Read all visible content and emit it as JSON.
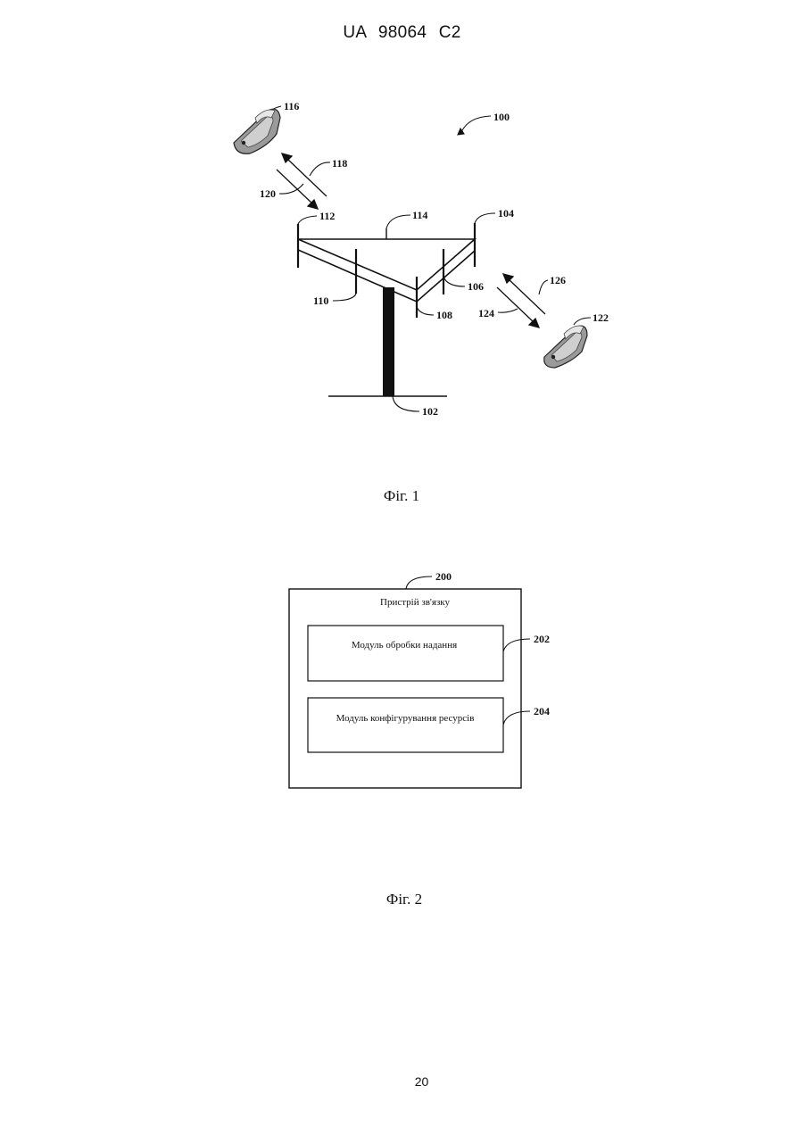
{
  "header": {
    "text": "UA   98064   C2"
  },
  "figure1": {
    "caption": "Фіг. 1",
    "refs": {
      "r100": "100",
      "r102": "102",
      "r104": "104",
      "r106": "106",
      "r108": "108",
      "r110": "110",
      "r112": "112",
      "r114": "114",
      "r116": "116",
      "r118": "118",
      "r120": "120",
      "r122": "122",
      "r124": "124",
      "r126": "126"
    }
  },
  "figure2": {
    "caption": "Фіг. 2",
    "device_label": "Пристрій зв'язку",
    "module1_label": "Модуль обробки надання",
    "module2_label": "Модуль конфігурування ресурсів",
    "refs": {
      "r200": "200",
      "r202": "202",
      "r204": "204"
    }
  },
  "footer": {
    "page_number": "20"
  }
}
